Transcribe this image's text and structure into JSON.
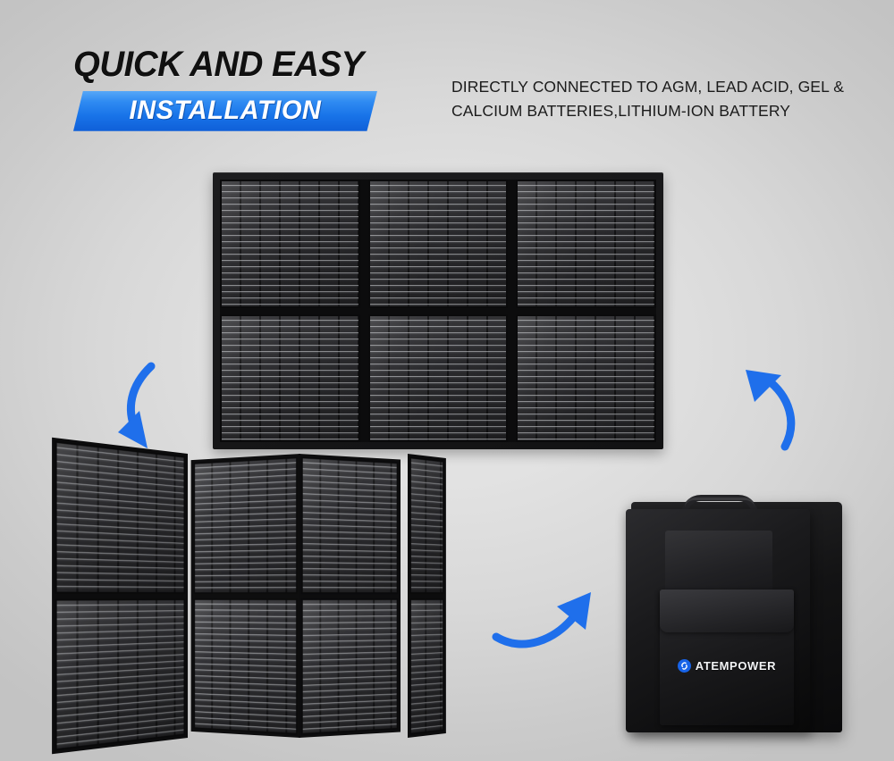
{
  "headline": {
    "line1": "QUICK AND EASY",
    "banner": "INSTALLATION"
  },
  "description": {
    "line1": "DIRECTLY CONNECTED TO AGM, LEAD ACID, GEL &",
    "line2": "CALCIUM BATTERIES,LITHIUM-ION BATTERY"
  },
  "brand": {
    "name": "ATEMPOWER",
    "mark_icon": "atempower-s-logo-icon"
  },
  "product": {
    "flat_panel": {
      "name": "folding-solar-panel-unfolded",
      "columns": 3,
      "rows": 2
    },
    "folded_panel": {
      "name": "folding-solar-panel-partially-folded",
      "leaves": 4
    },
    "carry_bag": {
      "name": "solar-panel-carry-bag",
      "handle": "carry-handle",
      "pocket": "front-flap-pocket"
    }
  },
  "arrows": [
    {
      "name": "arrow-to-folded-panel",
      "direction": "down-left",
      "icon": "curved-arrow-icon"
    },
    {
      "name": "arrow-to-unfolded-panel",
      "direction": "up-left",
      "icon": "curved-arrow-icon"
    },
    {
      "name": "arrow-to-carry-bag",
      "direction": "up-right",
      "icon": "curved-arrow-icon"
    }
  ],
  "colors": {
    "accent_blue": "#1873e8",
    "banner_blue_light": "#57a7f7",
    "background_light": "#e2e2e2",
    "background_edge": "#c3c3c3",
    "panel_black": "#1c1c1e",
    "text_dark": "#101010"
  }
}
